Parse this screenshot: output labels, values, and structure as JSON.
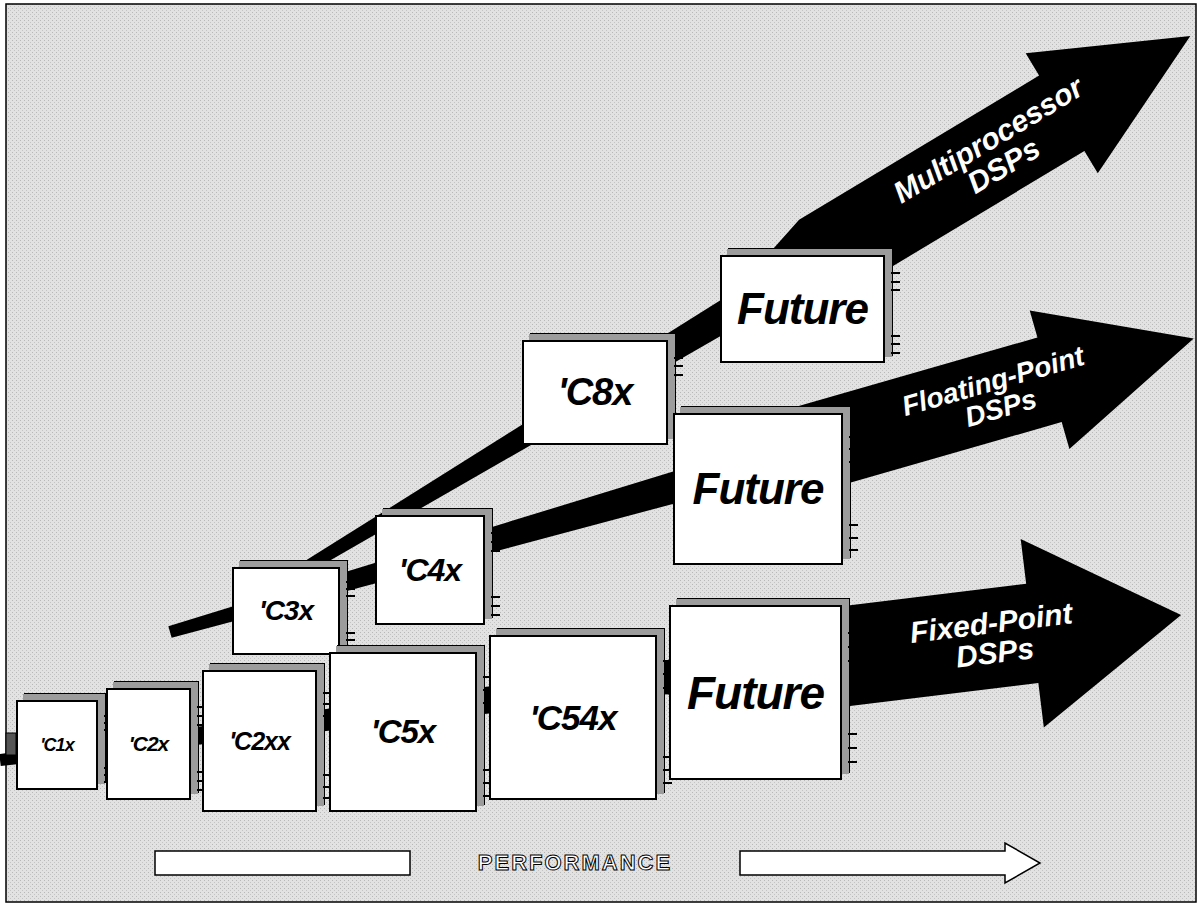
{
  "diagram": {
    "nodes": [
      {
        "text": [
          "'C8x"
        ]
      },
      {
        "text": [
          "Future"
        ]
      },
      {
        "text": [
          "Multiprocessor DSPs"
        ]
      },
      {
        "text": [
          "'C3x"
        ]
      },
      {
        "text": [
          "'C4x"
        ]
      },
      {
        "text": [
          "Future"
        ]
      },
      {
        "text": [
          "Floating-Point DSPs"
        ]
      },
      {
        "text": [
          "'C1x"
        ]
      },
      {
        "text": [
          "'C2x"
        ]
      },
      {
        "text": [
          "'C2xx"
        ]
      },
      {
        "text": [
          "'C5x"
        ]
      },
      {
        "text": [
          "'C54x"
        ]
      },
      {
        "text": [
          "Future"
        ]
      },
      {
        "text": [
          "Fixed-Point DSPs"
        ]
      }
    ],
    "labels": [
      "PERFORMANCE"
    ]
  }
}
